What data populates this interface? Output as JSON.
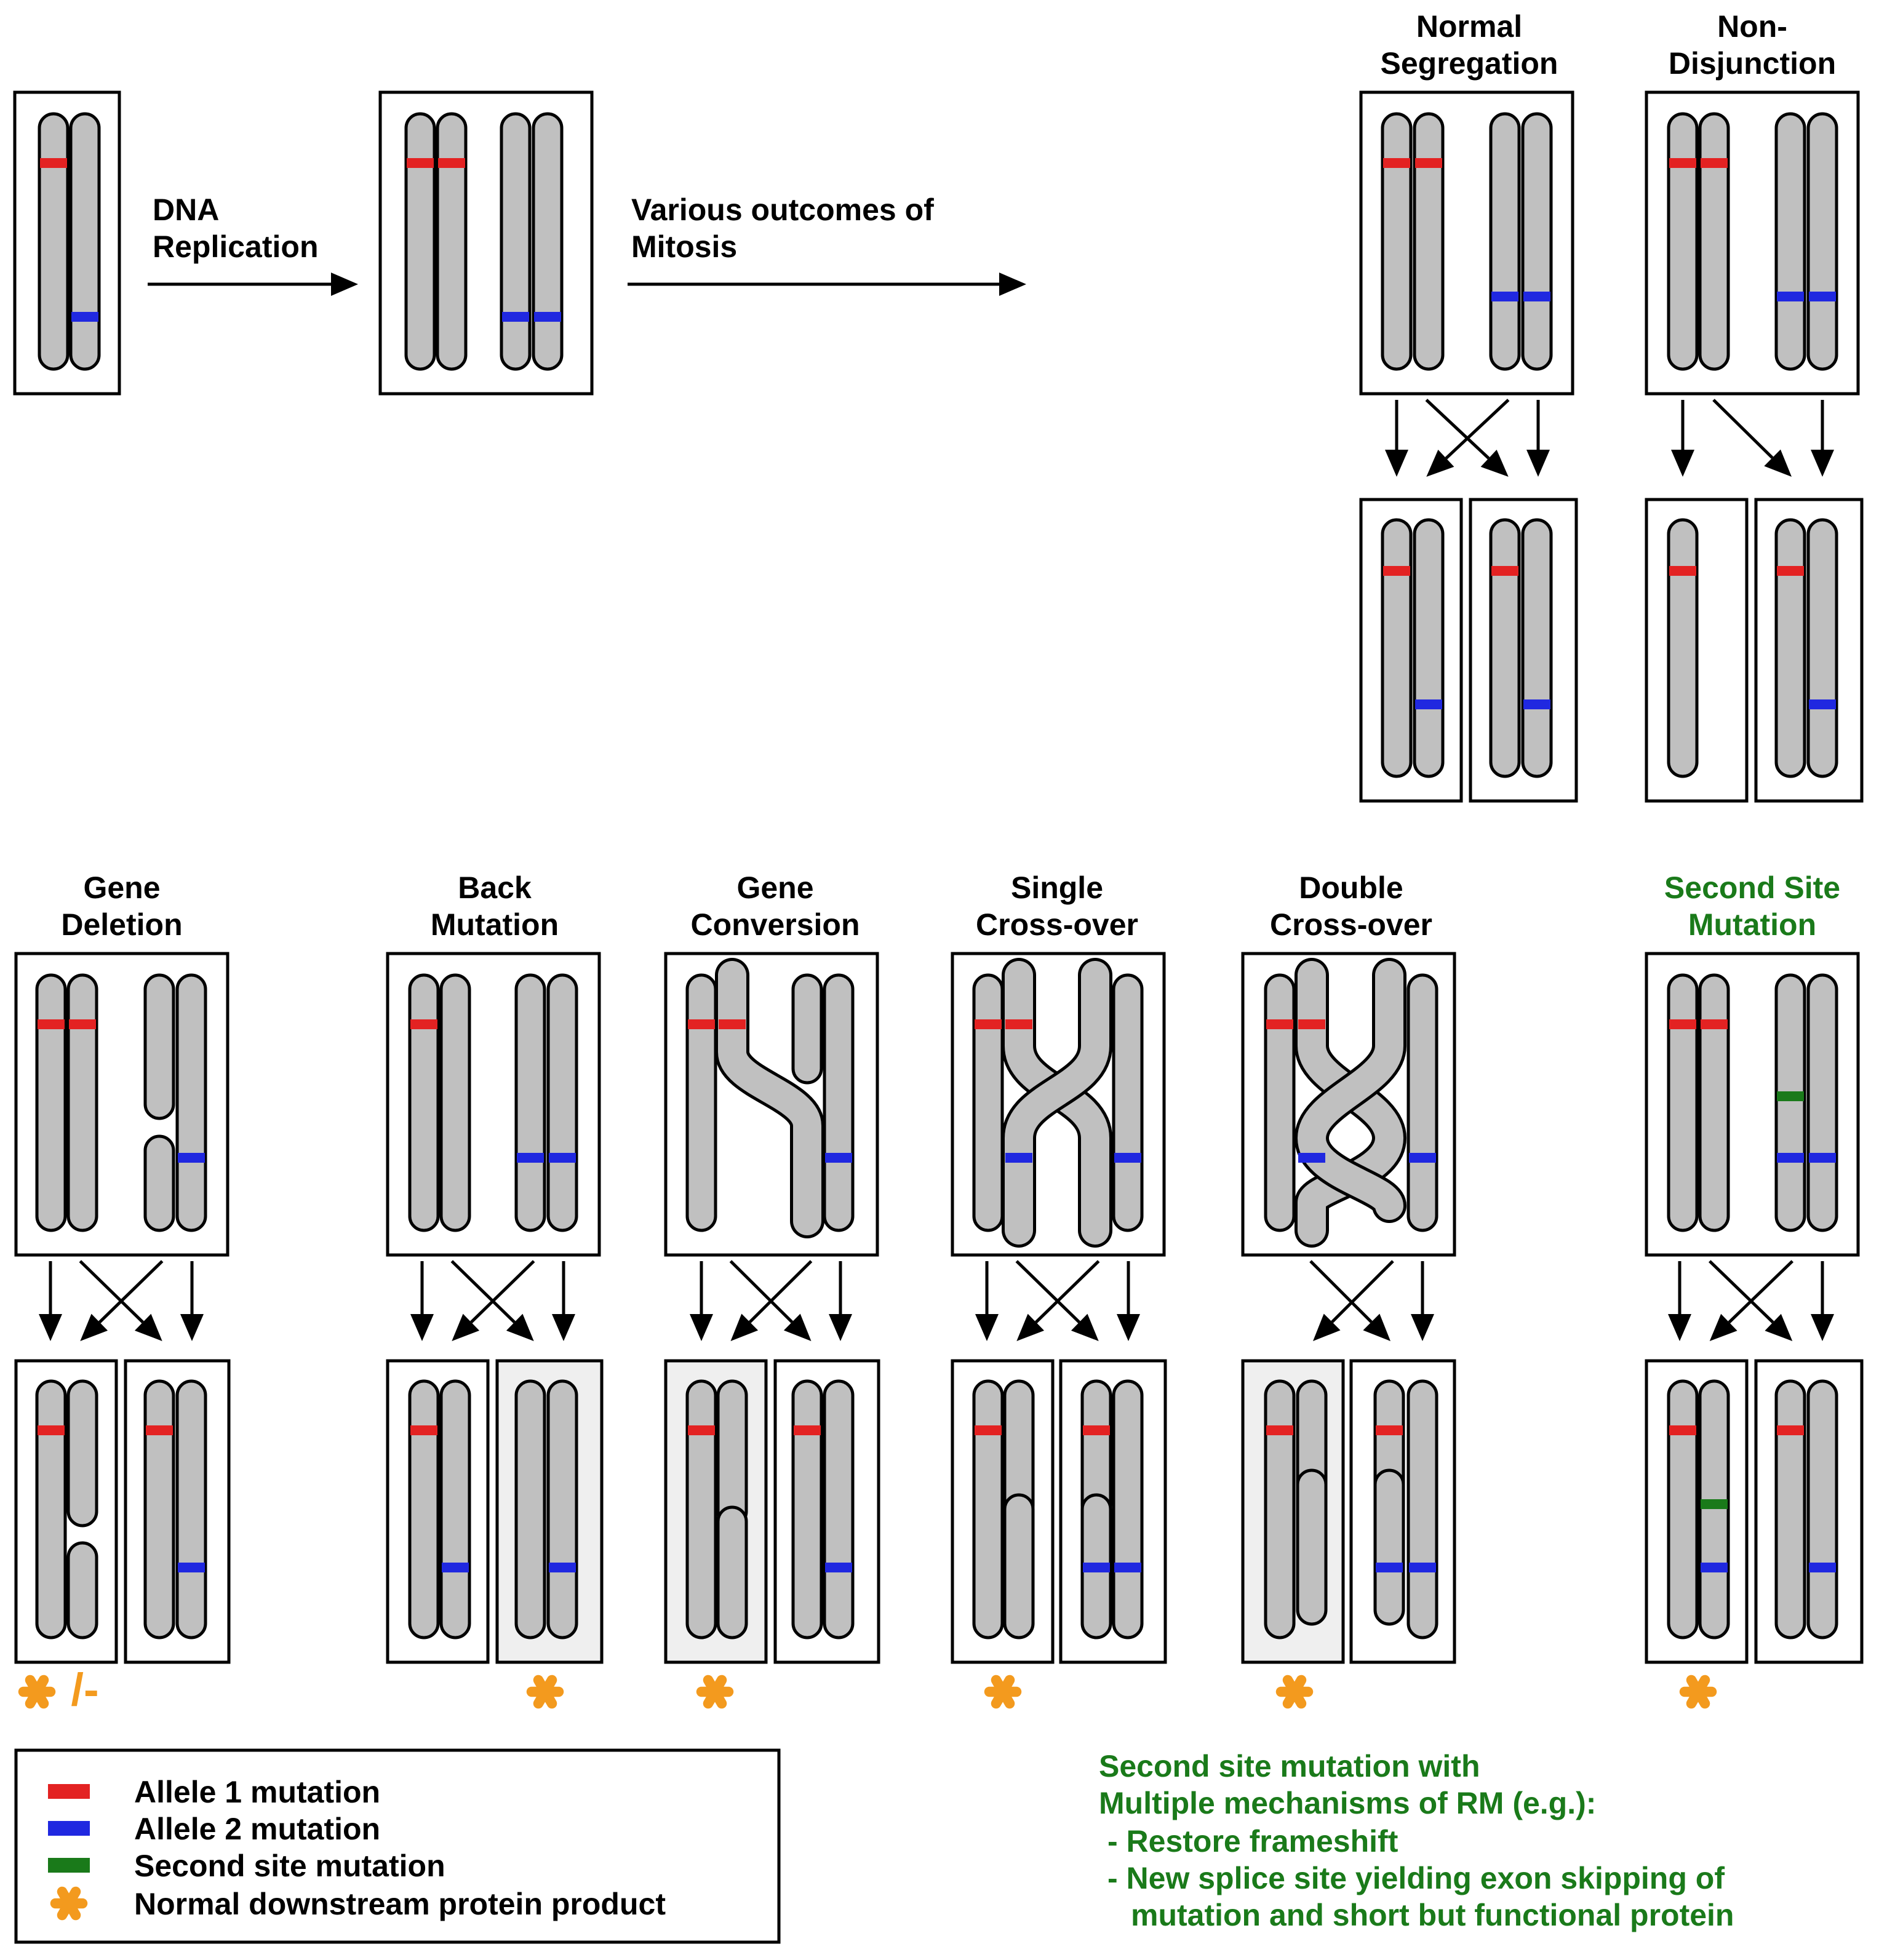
{
  "colors": {
    "allele1": "#e32222",
    "allele2": "#2028e0",
    "second_site": "#1a7a1a",
    "normal_protein": "#f39a1e",
    "chromosome": "#c0c0c0",
    "green_text": "#1a7a1a"
  },
  "top": {
    "dna_replication": [
      "DNA",
      "Replication"
    ],
    "mitosis": [
      "Various outcomes of",
      "Mitosis"
    ],
    "normal_segregation": [
      "Normal",
      "Segregation"
    ],
    "non_disjunction": [
      "Non-",
      "Disjunction"
    ]
  },
  "panels": [
    {
      "key": "gene_deletion",
      "title": [
        "Gene",
        "Deletion"
      ],
      "product": "✱/-"
    },
    {
      "key": "back_mutation",
      "title": [
        "Back",
        "Mutation"
      ],
      "product": "✱"
    },
    {
      "key": "gene_conversion",
      "title": [
        "Gene",
        "Conversion"
      ],
      "product": "✱"
    },
    {
      "key": "single_crossover",
      "title": [
        "Single",
        "Cross-over"
      ],
      "product": "✱"
    },
    {
      "key": "double_crossover",
      "title": [
        "Double",
        "Cross-over"
      ],
      "product": "✱"
    },
    {
      "key": "second_site_mutation",
      "title": [
        "Second Site",
        "Mutation"
      ],
      "product": "✱"
    }
  ],
  "legend": [
    {
      "color": "allele1",
      "label": "Allele 1 mutation"
    },
    {
      "color": "allele2",
      "label": "Allele 2 mutation"
    },
    {
      "color": "second_site",
      "label": "Second site mutation"
    },
    {
      "icon": "orange-asterisk",
      "label": "Normal downstream protein product"
    }
  ],
  "note": [
    "Second site mutation with",
    "Multiple mechanisms of RM (e.g.):",
    "- Restore frameshift",
    "- New splice site yielding exon skipping of",
    "mutation and short but functional protein"
  ]
}
